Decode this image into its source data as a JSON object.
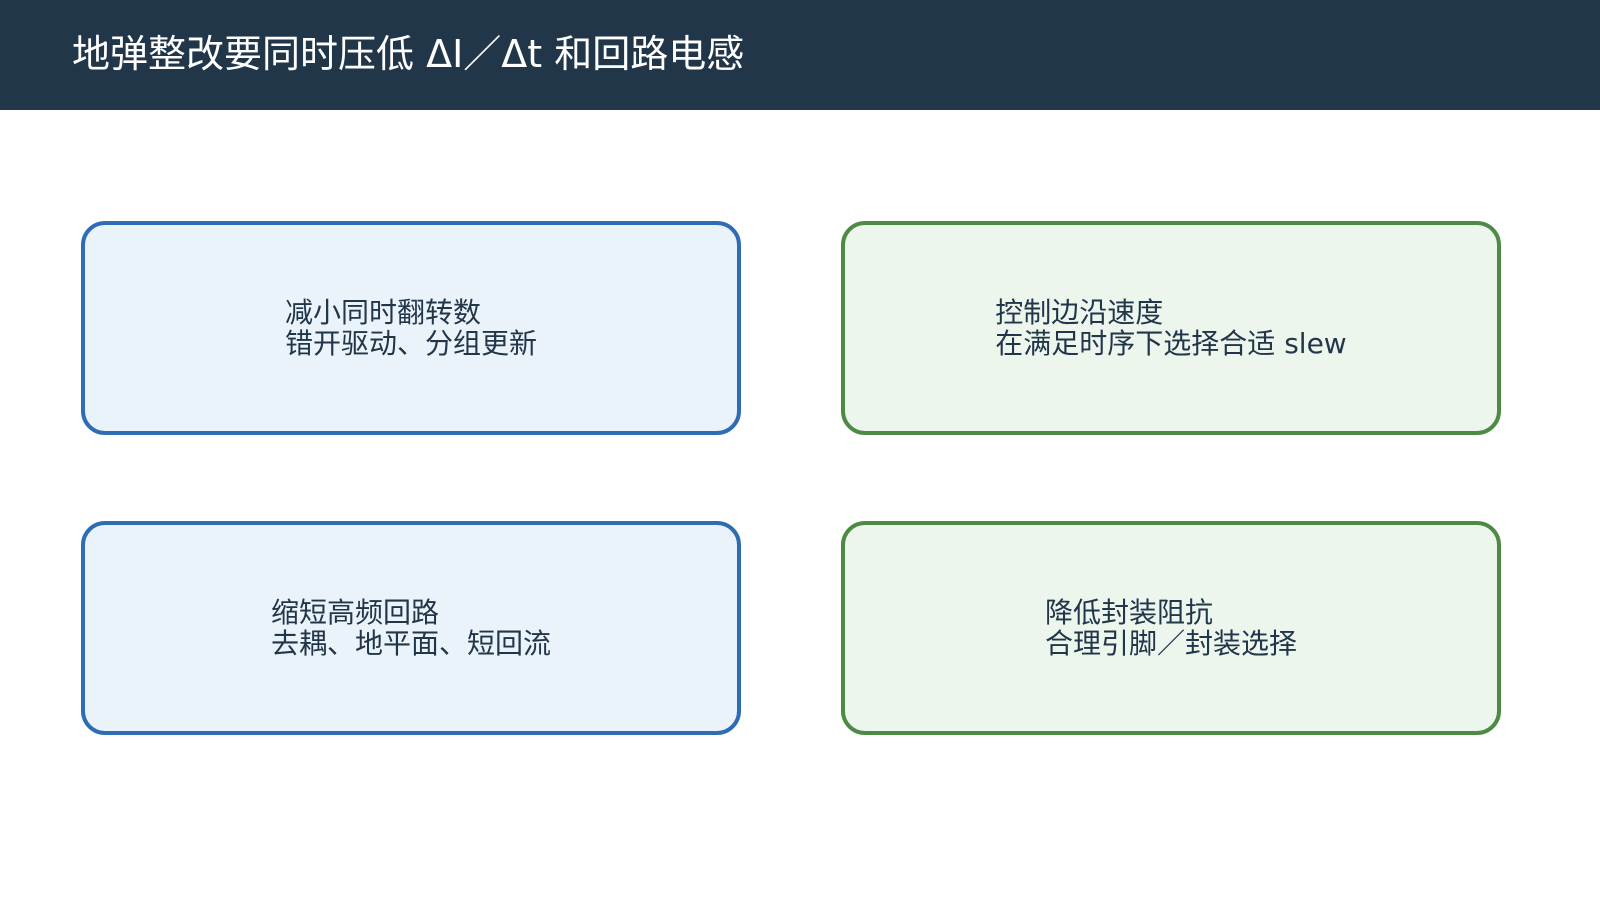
{
  "slide": {
    "title": "地弹整改要同时压低 ΔI／Δt 和回路电感"
  },
  "cards": [
    {
      "heading": "减小同时翻转数",
      "detail": "错开驱动、分组更新",
      "border_color": "#2e6db4",
      "fill_color": "#ebf3fa"
    },
    {
      "heading": "控制边沿速度",
      "detail": "在满足时序下选择合适 slew",
      "border_color": "#4e8a45",
      "fill_color": "#edf6ed"
    },
    {
      "heading": "缩短高频回路",
      "detail": "去耦、地平面、短回流",
      "border_color": "#2e6db4",
      "fill_color": "#ebf3fa"
    },
    {
      "heading": "降低封装阻抗",
      "detail": "合理引脚／封装选择",
      "border_color": "#4e8a45",
      "fill_color": "#edf6ed"
    }
  ],
  "colors": {
    "title_bar": "#22364a",
    "title_text": "#ffffff",
    "card_text": "#22364a"
  }
}
